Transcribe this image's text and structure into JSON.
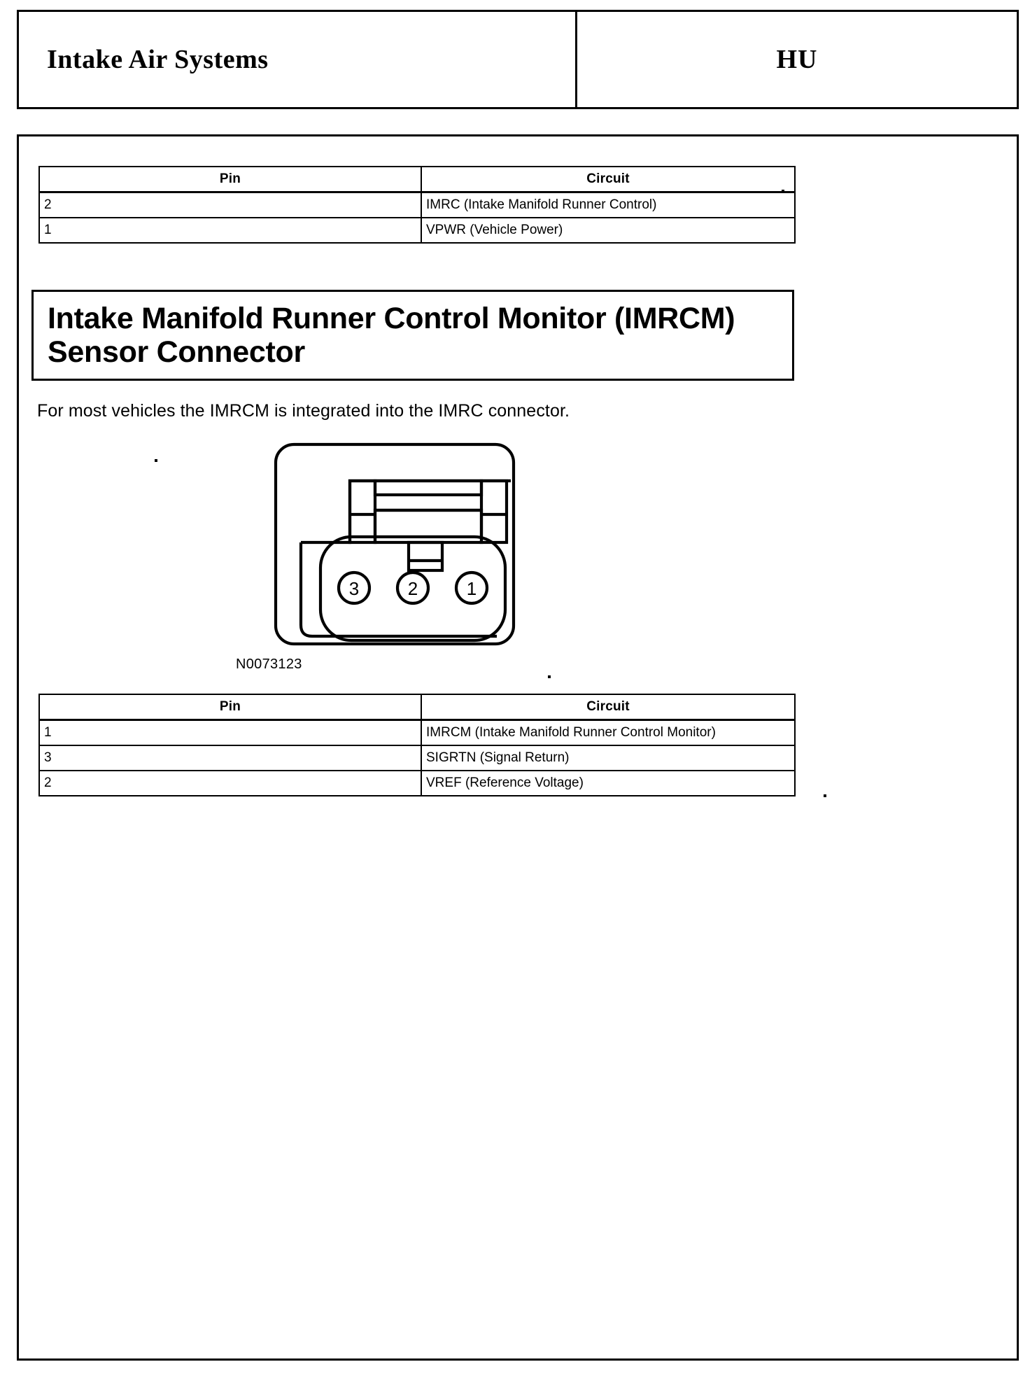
{
  "header": {
    "title": "Intake Air Systems",
    "code": "HU"
  },
  "tables": [
    {
      "name": "imrc-connector-pin-table",
      "columns": [
        "Pin",
        "Circuit"
      ],
      "rows": [
        {
          "pin": "2",
          "circuit": "IMRC (Intake Manifold Runner Control)"
        },
        {
          "pin": "1",
          "circuit": "VPWR (Vehicle Power)"
        }
      ]
    },
    {
      "name": "imrcm-sensor-connector-pin-table",
      "columns": [
        "Pin",
        "Circuit"
      ],
      "rows": [
        {
          "pin": "1",
          "circuit": "IMRCM (Intake Manifold Runner Control Monitor)"
        },
        {
          "pin": "3",
          "circuit": "SIGRTN (Signal Return)"
        },
        {
          "pin": "2",
          "circuit": "VREF (Reference Voltage)"
        }
      ]
    }
  ],
  "section": {
    "heading_line1": "Intake Manifold Runner Control Monitor (IMRCM)",
    "heading_line2": "Sensor Connector",
    "paragraph": "For most vehicles the IMRCM is integrated into the IMRC connector."
  },
  "figure": {
    "caption": "N0073123",
    "pin_labels": [
      "3",
      "2",
      "1"
    ],
    "alt": "Three-pin sensor connector face view with numbered cavities"
  },
  "colors": {
    "ink": "#000000",
    "paper": "#ffffff"
  }
}
